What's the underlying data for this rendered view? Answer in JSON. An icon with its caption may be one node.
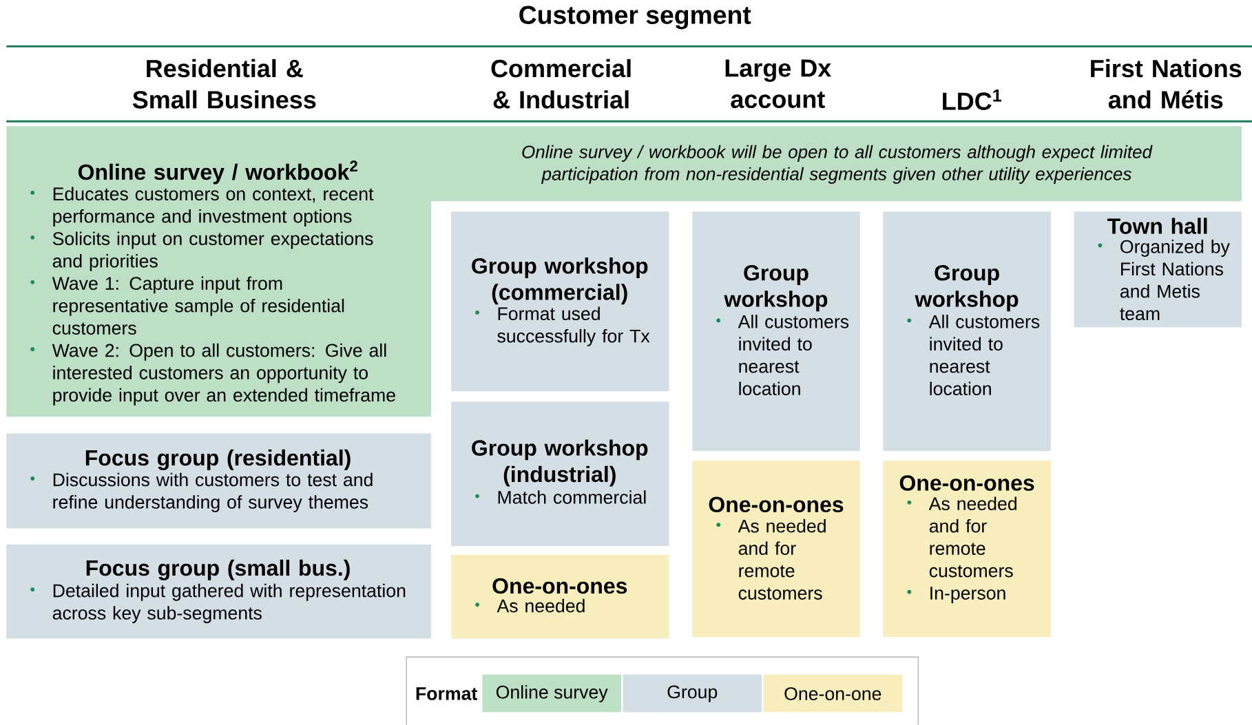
{
  "diagram": {
    "title": "Customer segment",
    "nodes": [
      {
        "text": [
          "Online survey / workbook$^{2}$",
          "Educates customers on context, recent performance and investment options",
          "Solicits input on customer expectations and priorities",
          "Wave 1: Capture input from representative sample of residential customers",
          "Wave 2: Open to all customers: Give all interested customers an opportunity to provide input over an extended timeframe",
          "Online survey / workbook will be open to all customers although expect limited participation from non-residential segments given other utility experiences"
        ]
      },
      {
        "text": [
          "Focus group (residential)",
          "Discussions with customers to test and refine understanding of survey themes"
        ]
      },
      {
        "text": [
          "Focus group (small bus.)",
          "Detailed input gathered  with representation across key sub-segments"
        ]
      },
      {
        "text": [
          "Group workshop (commercial)",
          "Format used successfully for Tx"
        ]
      },
      {
        "text": [
          "Group workshop (industrial)",
          "Match commercial"
        ]
      },
      {
        "text": [
          "One-on-ones",
          "As needed"
        ]
      },
      {
        "text": [
          "Group workshop",
          "All customers invited to nearest location"
        ]
      },
      {
        "text": [
          "One-on-ones",
          "As needed and for remote customers"
        ]
      },
      {
        "text": [
          "Group workshop",
          "All customers invited to nearest location"
        ]
      },
      {
        "text": [
          "One-on-ones",
          "As needed and for remote customers",
          "In-person"
        ]
      },
      {
        "text": [
          "Town hall",
          "Organized by First Nations and Metis team"
        ]
      }
    ],
    "edges": [],
    "labels": [
      "Residential & Small Business",
      "Commercial & Industrial",
      "Large Dx account",
      "LDC$^{1}$",
      "First Nations and Métis",
      "Format"
    ],
    "legend": [
      {
        "text": "Online survey",
        "color": "#bcdfc5"
      },
      {
        "text": "Group",
        "color": "#d3dfe5"
      },
      {
        "text": "One-on-one",
        "color": "#f8edbd"
      }
    ]
  }
}
